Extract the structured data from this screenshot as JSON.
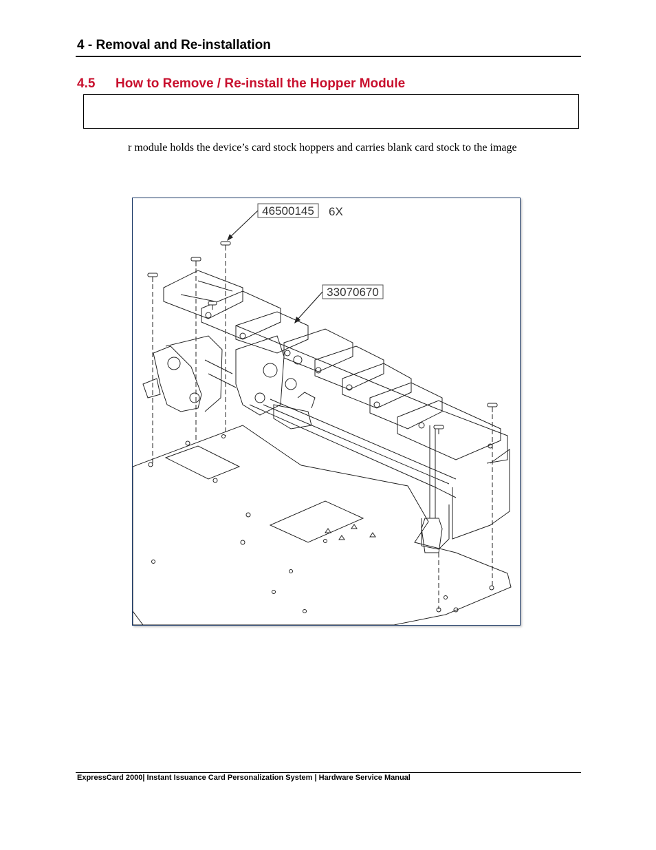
{
  "header": {
    "chapter_title": "4 - Removal and Re-installation"
  },
  "section": {
    "number": "4.5",
    "title": "How to Remove / Re-install the Hopper Module"
  },
  "note_box": {
    "text": ""
  },
  "body": {
    "paragraph": "r module holds the device’s card stock hoppers and carries blank card stock to the image"
  },
  "figure": {
    "callout_screw_part": "46500145",
    "callout_screw_qty": "6X",
    "callout_module_part": "33070670"
  },
  "footer": {
    "text": "ExpressCard 2000| Instant Issuance Card Personalization System | Hardware Service Manual"
  }
}
